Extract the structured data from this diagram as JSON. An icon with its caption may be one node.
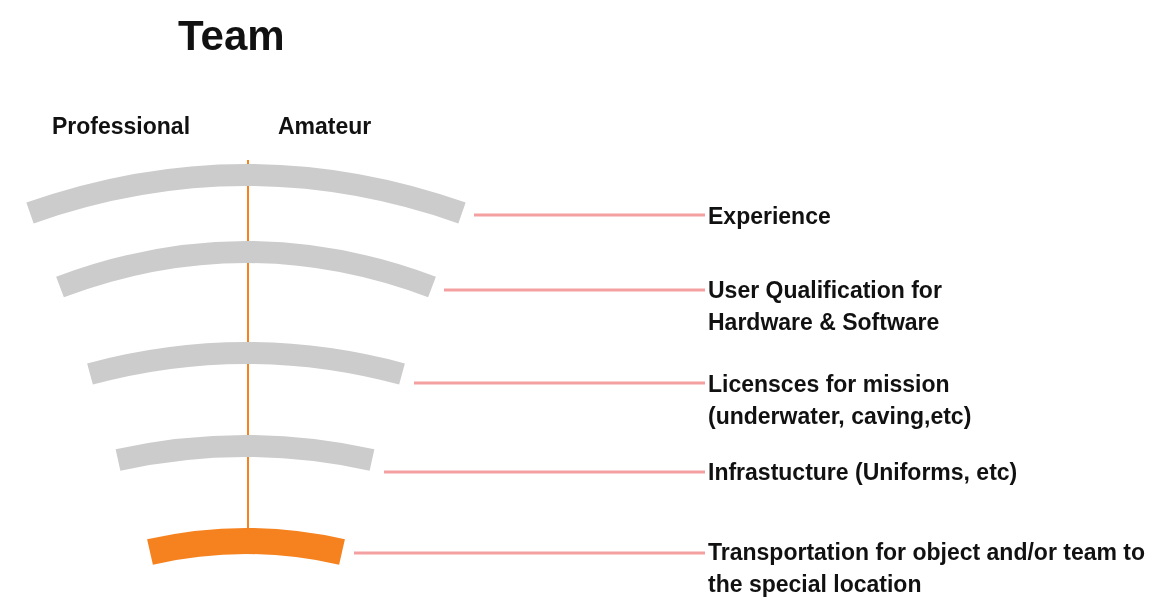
{
  "diagram": {
    "title": "Team",
    "nodes": [
      {
        "text": [],
        "shape": "bar"
      },
      {
        "text": [],
        "shape": "bar"
      },
      {
        "text": [],
        "shape": "bar"
      },
      {
        "text": [],
        "shape": "bar"
      },
      {
        "text": [],
        "shape": "bar"
      },
      {
        "text": [
          "Experience"
        ]
      },
      {
        "text": [
          "User Qualification for Hardware & Software"
        ]
      },
      {
        "text": [
          "Licensces for mission (underwater, caving,etc)"
        ]
      },
      {
        "text": [
          "Infrastucture (Uniforms, etc)"
        ]
      },
      {
        "text": [
          "Transportation for object and/or team to the special location"
        ]
      }
    ],
    "edges": [
      {
        "from": 5,
        "to": 0,
        "arrow": "none"
      },
      {
        "from": 6,
        "to": 1,
        "arrow": "none"
      },
      {
        "from": 7,
        "to": 2,
        "arrow": "none"
      },
      {
        "from": 8,
        "to": 3,
        "arrow": "none"
      },
      {
        "from": 9,
        "to": 4,
        "arrow": "none"
      }
    ],
    "labels": [
      "Professional",
      "Amateur"
    ]
  }
}
